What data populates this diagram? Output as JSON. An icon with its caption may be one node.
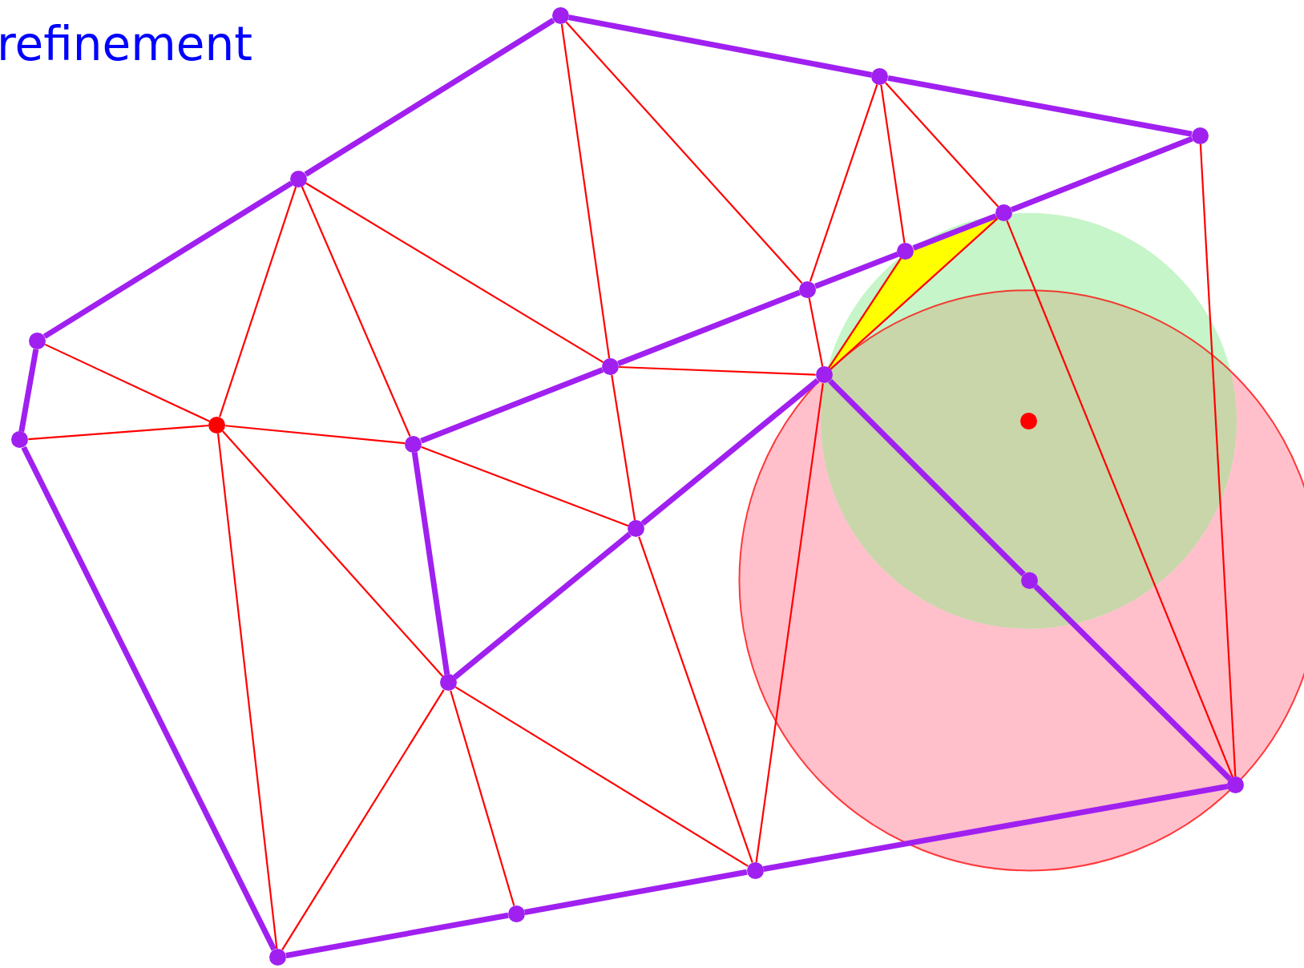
{
  "diagram": {
    "nodes": [
      {
        "text": [],
        "shape": "circle"
      },
      {
        "text": [],
        "shape": "circle"
      },
      {
        "text": [],
        "shape": "circle"
      },
      {
        "text": [],
        "shape": "circle"
      },
      {
        "text": [],
        "shape": "circle"
      },
      {
        "text": [],
        "shape": "circle"
      },
      {
        "text": [],
        "shape": "circle"
      },
      {
        "text": [],
        "shape": "circle"
      },
      {
        "text": [],
        "shape": "circle"
      },
      {
        "text": [],
        "shape": "circle"
      },
      {
        "text": [],
        "shape": "circle"
      },
      {
        "text": [],
        "shape": "circle"
      },
      {
        "text": [],
        "shape": "circle"
      },
      {
        "text": [],
        "shape": "circle"
      },
      {
        "text": [],
        "shape": "circle"
      },
      {
        "text": [],
        "shape": "circle"
      },
      {
        "text": [],
        "shape": "circle"
      },
      {
        "text": [],
        "shape": "circle"
      },
      {
        "text": [],
        "shape": "circle"
      },
      {
        "text": [],
        "shape": "circle"
      },
      {
        "text": [],
        "shape": "circle"
      }
    ],
    "edges": [
      {
        "from": 0,
        "to": 1,
        "arrow": "none",
        "style": "thick",
        "color": "#a020f0"
      },
      {
        "from": 1,
        "to": 2,
        "arrow": "none",
        "style": "thick",
        "color": "#a020f0"
      },
      {
        "from": 0,
        "to": 3,
        "arrow": "none",
        "style": "thick",
        "color": "#a020f0"
      },
      {
        "from": 3,
        "to": 7,
        "arrow": "none",
        "style": "thick",
        "color": "#a020f0"
      },
      {
        "from": 7,
        "to": 10,
        "arrow": "none",
        "style": "thick",
        "color": "#a020f0"
      },
      {
        "from": 10,
        "to": 20,
        "arrow": "none",
        "style": "thick",
        "color": "#a020f0"
      },
      {
        "from": 20,
        "to": 19,
        "arrow": "none",
        "style": "thick",
        "color": "#a020f0"
      },
      {
        "from": 19,
        "to": 18,
        "arrow": "none",
        "style": "thick",
        "color": "#a020f0"
      },
      {
        "from": 18,
        "to": 17,
        "arrow": "none",
        "style": "thick",
        "color": "#a020f0"
      },
      {
        "from": 17,
        "to": 15,
        "arrow": "none",
        "style": "thick",
        "color": "#a020f0"
      },
      {
        "from": 15,
        "to": 9,
        "arrow": "none",
        "style": "thick",
        "color": "#a020f0"
      },
      {
        "from": 9,
        "to": 14,
        "arrow": "none",
        "style": "thick",
        "color": "#a020f0"
      },
      {
        "from": 14,
        "to": 16,
        "arrow": "none",
        "style": "thick",
        "color": "#a020f0"
      },
      {
        "from": 16,
        "to": 12,
        "arrow": "none",
        "style": "thick",
        "color": "#a020f0"
      },
      {
        "from": 12,
        "to": 8,
        "arrow": "none",
        "style": "thick",
        "color": "#a020f0"
      },
      {
        "from": 8,
        "to": 6,
        "arrow": "none",
        "style": "thick",
        "color": "#a020f0"
      },
      {
        "from": 6,
        "to": 5,
        "arrow": "none",
        "style": "thick",
        "color": "#a020f0"
      },
      {
        "from": 5,
        "to": 4,
        "arrow": "none",
        "style": "thick",
        "color": "#a020f0"
      },
      {
        "from": 4,
        "to": 2,
        "arrow": "none",
        "style": "thick",
        "color": "#a020f0"
      },
      {
        "from": 0,
        "to": 8,
        "arrow": "none"
      },
      {
        "from": 0,
        "to": 6,
        "arrow": "none"
      },
      {
        "from": 1,
        "to": 6,
        "arrow": "none"
      },
      {
        "from": 1,
        "to": 5,
        "arrow": "none"
      },
      {
        "from": 1,
        "to": 4,
        "arrow": "none"
      },
      {
        "from": 3,
        "to": 11,
        "arrow": "none"
      },
      {
        "from": 3,
        "to": 12,
        "arrow": "none"
      },
      {
        "from": 3,
        "to": 8,
        "arrow": "none"
      },
      {
        "from": 7,
        "to": 11,
        "arrow": "none"
      },
      {
        "from": 10,
        "to": 11,
        "arrow": "none"
      },
      {
        "from": 11,
        "to": 12,
        "arrow": "none"
      },
      {
        "from": 11,
        "to": 16,
        "arrow": "none"
      },
      {
        "from": 11,
        "to": 20,
        "arrow": "none"
      },
      {
        "from": 12,
        "to": 14,
        "arrow": "none"
      },
      {
        "from": 8,
        "to": 9,
        "arrow": "none"
      },
      {
        "from": 8,
        "to": 14,
        "arrow": "none"
      },
      {
        "from": 6,
        "to": 9,
        "arrow": "none"
      },
      {
        "from": 9,
        "to": 5,
        "arrow": "none"
      },
      {
        "from": 9,
        "to": 4,
        "arrow": "none"
      },
      {
        "from": 9,
        "to": 18,
        "arrow": "none"
      },
      {
        "from": 4,
        "to": 17,
        "arrow": "none"
      },
      {
        "from": 2,
        "to": 17,
        "arrow": "none"
      },
      {
        "from": 14,
        "to": 18,
        "arrow": "none"
      },
      {
        "from": 16,
        "to": 18,
        "arrow": "none"
      },
      {
        "from": 16,
        "to": 19,
        "arrow": "none"
      },
      {
        "from": 16,
        "to": 20,
        "arrow": "none"
      }
    ],
    "labels": [
      "refinement"
    ]
  }
}
